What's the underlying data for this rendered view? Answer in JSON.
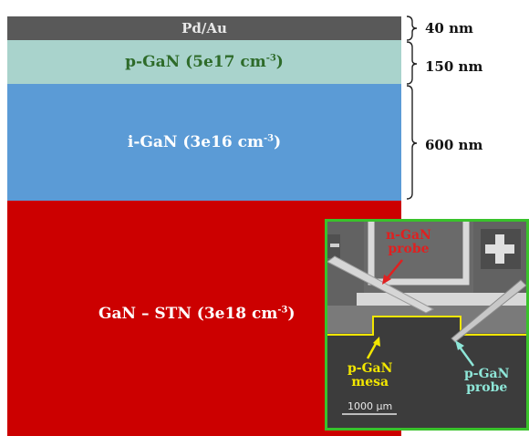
{
  "layers": [
    {
      "name": "Pd/Au"
    },
    {
      "name": "p-GaN (5e17 cm",
      "exp": "-3",
      "close": ")"
    },
    {
      "name": "i-GaN (3e16 cm",
      "exp": "-3",
      "close": ")"
    },
    {
      "name": "GaN – STN (3e18 cm",
      "exp": "-3",
      "close": ")"
    }
  ],
  "thicknesses": [
    "40 nm",
    "150 nm",
    "600 nm"
  ],
  "inset": {
    "n_probe": [
      "n-GaN",
      "probe"
    ],
    "mesa": [
      "p-GaN",
      "mesa"
    ],
    "p_probe": [
      "p-GaN",
      "probe"
    ],
    "scale": "1000 μm"
  },
  "colors": {
    "pdau": "#595959",
    "pgan": "#a9d3cc",
    "igan": "#5b9bd6",
    "stn": "#cc0000",
    "inset_border": "#39c22b"
  }
}
